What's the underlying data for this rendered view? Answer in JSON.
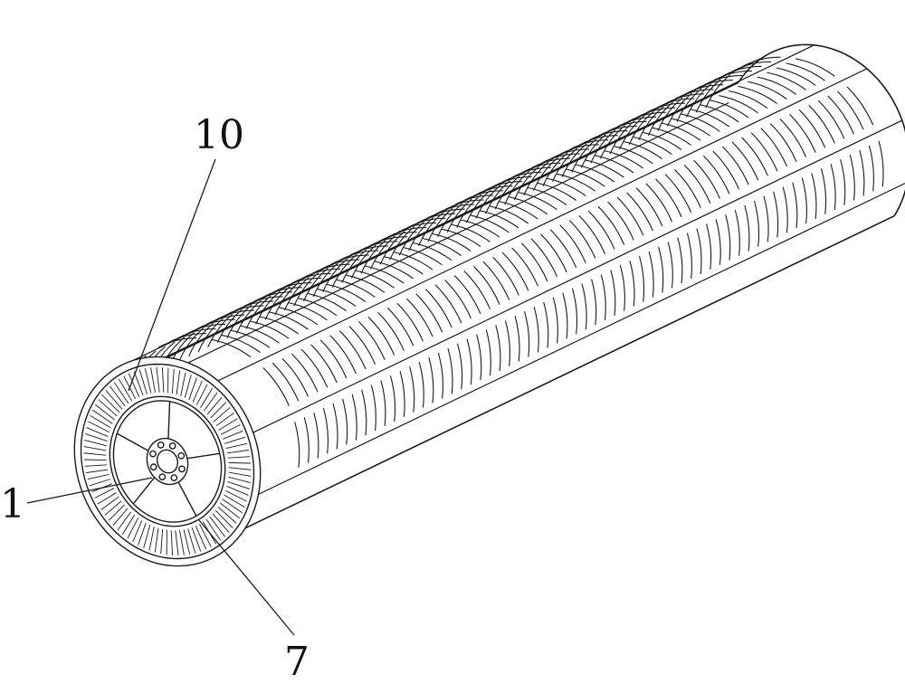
{
  "figure": {
    "reference_labels": [
      {
        "id": "ref-10",
        "text": "10"
      },
      {
        "id": "ref-1",
        "text": "1"
      },
      {
        "id": "ref-7",
        "text": "7"
      }
    ]
  },
  "colors": {
    "line": "#1a1a1a",
    "background": "#ffffff"
  }
}
